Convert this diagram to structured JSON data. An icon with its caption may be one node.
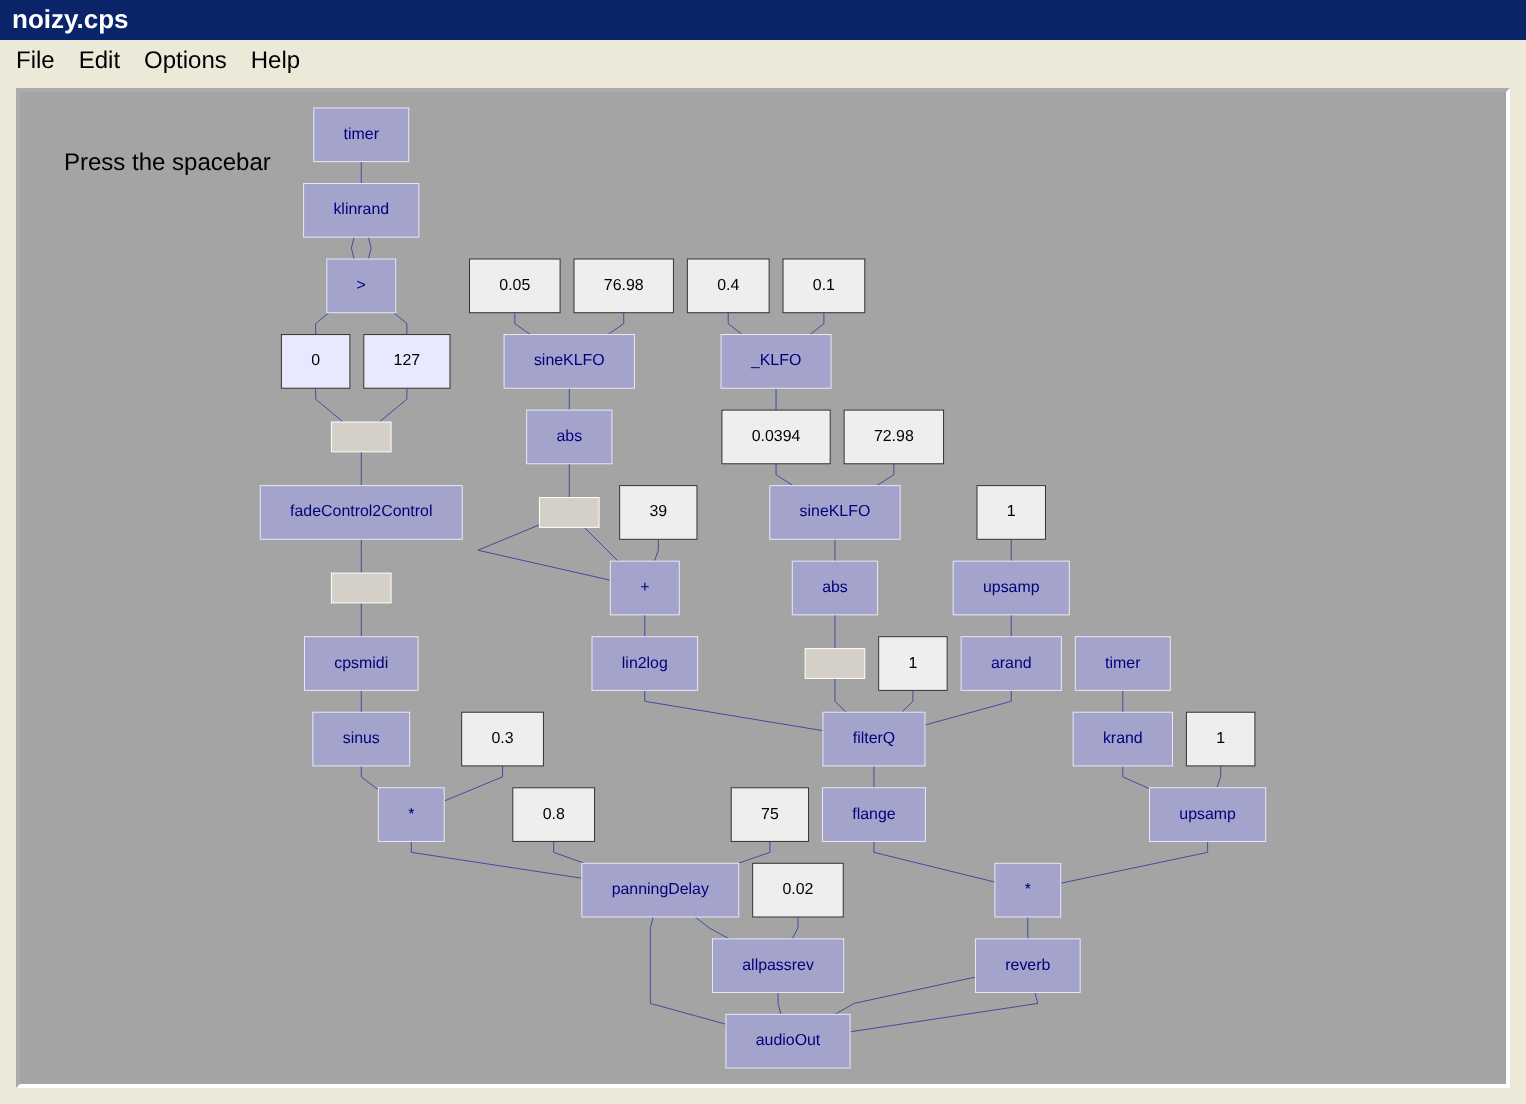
{
  "diagram": {
    "title": "noizy.cps",
    "nodes": [
      {
        "text": [
          "0.4"
        ]
      },
      {
        "text": [
          "0.1"
        ]
      },
      {
        "text": [
          "_KLFO"
        ]
      },
      {
        "text": [
          "timer"
        ]
      },
      {
        "text": [
          "klinrand"
        ]
      },
      {
        "text": [
          ">"
        ]
      },
      {
        "text": [
          "0"
        ]
      },
      {
        "text": [
          "127"
        ]
      },
      {
        "text": [
          "0.05"
        ]
      },
      {
        "text": [
          "76.98"
        ]
      },
      {
        "text": [
          "0.0394"
        ]
      },
      {
        "text": [
          "72.98"
        ]
      },
      {
        "text": [
          "sineKLFO"
        ]
      },
      {
        "text": [
          "sineKLFO"
        ]
      },
      {
        "text": [],
        "shape": "bar"
      },
      {
        "text": [
          "abs"
        ]
      },
      {
        "text": [
          "abs"
        ]
      },
      {
        "text": [
          "fadeControl2Control"
        ]
      },
      {
        "text": [],
        "shape": "bar"
      },
      {
        "text": [],
        "shape": "bar"
      },
      {
        "text": [],
        "shape": "bar"
      },
      {
        "text": [
          "cpsmidi"
        ]
      },
      {
        "text": [
          "sinus"
        ]
      },
      {
        "text": [
          "0.3"
        ]
      },
      {
        "text": [
          "0.8"
        ]
      },
      {
        "text": [
          "75"
        ]
      },
      {
        "text": [
          "0.02"
        ]
      },
      {
        "text": [
          "39"
        ]
      },
      {
        "text": [
          "*"
        ]
      },
      {
        "text": [
          "+"
        ]
      },
      {
        "text": [
          "panningDelay"
        ]
      },
      {
        "text": [
          "allpassrev"
        ]
      },
      {
        "text": [
          "timer"
        ]
      },
      {
        "text": [
          "krand"
        ]
      },
      {
        "text": [
          "1"
        ]
      },
      {
        "text": [
          "lin2log"
        ]
      },
      {
        "text": [
          "upsamp"
        ]
      },
      {
        "text": [
          "1"
        ]
      },
      {
        "text": [
          "1"
        ]
      },
      {
        "text": [
          "upsamp"
        ]
      },
      {
        "text": [
          "arand"
        ]
      },
      {
        "text": [
          "filterQ"
        ]
      },
      {
        "text": [
          "flange"
        ]
      },
      {
        "text": [
          "*"
        ]
      },
      {
        "text": [
          "reverb"
        ]
      },
      {
        "text": [
          "audioOut"
        ]
      }
    ],
    "edges": [
      {
        "from": 0,
        "to": 2,
        "arrow": "none"
      },
      {
        "from": 1,
        "to": 2,
        "arrow": "none"
      },
      {
        "from": 2,
        "to": 10,
        "arrow": "none"
      },
      {
        "from": 8,
        "to": 12,
        "arrow": "none"
      },
      {
        "from": 9,
        "to": 12,
        "arrow": "none"
      },
      {
        "from": 10,
        "to": 13,
        "arrow": "none"
      },
      {
        "from": 11,
        "to": 13,
        "arrow": "none"
      },
      {
        "from": 12,
        "to": 15,
        "arrow": "none"
      },
      {
        "from": 13,
        "to": 16,
        "arrow": "none"
      },
      {
        "from": 15,
        "to": 19,
        "arrow": "none"
      },
      {
        "from": 16,
        "to": 20,
        "arrow": "none"
      },
      {
        "from": 3,
        "to": 4,
        "arrow": "none"
      },
      {
        "from": 4,
        "to": 5,
        "arrow": "none"
      },
      {
        "from": 4,
        "to": 5,
        "arrow": "none"
      },
      {
        "from": 5,
        "to": 6,
        "arrow": "none"
      },
      {
        "from": 5,
        "to": 7,
        "arrow": "none"
      },
      {
        "from": 6,
        "to": 14,
        "arrow": "none"
      },
      {
        "from": 7,
        "to": 14,
        "arrow": "none"
      },
      {
        "from": 14,
        "to": 17,
        "arrow": "none"
      },
      {
        "from": 17,
        "to": 18,
        "arrow": "none"
      },
      {
        "from": 18,
        "to": 21,
        "arrow": "none"
      },
      {
        "from": 21,
        "to": 22,
        "arrow": "none"
      },
      {
        "from": 19,
        "to": 29,
        "arrow": "none"
      },
      {
        "from": 19,
        "to": 29,
        "arrow": "none"
      },
      {
        "from": 27,
        "to": 29,
        "arrow": "none"
      },
      {
        "from": 29,
        "to": 35,
        "arrow": "none"
      },
      {
        "from": 35,
        "to": 41,
        "arrow": "none"
      },
      {
        "from": 20,
        "to": 41,
        "arrow": "none"
      },
      {
        "from": 37,
        "to": 41,
        "arrow": "none"
      },
      {
        "from": 38,
        "to": 39,
        "arrow": "none"
      },
      {
        "from": 39,
        "to": 40,
        "arrow": "none"
      },
      {
        "from": 40,
        "to": 41,
        "arrow": "none"
      },
      {
        "from": 41,
        "to": 42,
        "arrow": "none"
      },
      {
        "from": 42,
        "to": 43,
        "arrow": "none"
      },
      {
        "from": 32,
        "to": 33,
        "arrow": "none"
      },
      {
        "from": 33,
        "to": 36,
        "arrow": "none"
      },
      {
        "from": 34,
        "to": 36,
        "arrow": "none"
      },
      {
        "from": 36,
        "to": 43,
        "arrow": "none"
      },
      {
        "from": 22,
        "to": 28,
        "arrow": "none"
      },
      {
        "from": 23,
        "to": 28,
        "arrow": "none"
      },
      {
        "from": 28,
        "to": 30,
        "arrow": "none"
      },
      {
        "from": 24,
        "to": 30,
        "arrow": "none"
      },
      {
        "from": 25,
        "to": 30,
        "arrow": "none"
      },
      {
        "from": 30,
        "to": 31,
        "arrow": "none"
      },
      {
        "from": 26,
        "to": 31,
        "arrow": "none"
      },
      {
        "from": 30,
        "to": 45,
        "arrow": "none"
      },
      {
        "from": 31,
        "to": 45,
        "arrow": "none"
      },
      {
        "from": 43,
        "to": 44,
        "arrow": "none"
      },
      {
        "from": 44,
        "to": 45,
        "arrow": "none"
      },
      {
        "from": 44,
        "to": 45,
        "arrow": "none"
      }
    ],
    "labels": [
      "File",
      "Edit",
      "Options",
      "Help",
      "Press the spacebar"
    ]
  }
}
